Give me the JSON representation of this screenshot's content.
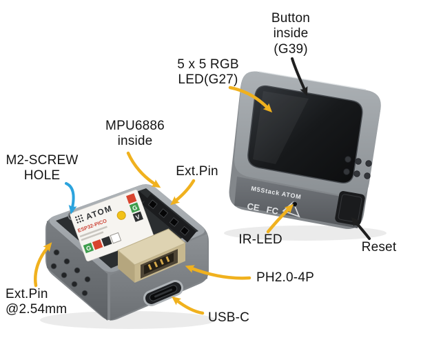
{
  "figure": {
    "background_color": "#ffffff",
    "subject": "Annotated hardware diagram of ATOM dev-kit, top view and bottom view"
  },
  "colors": {
    "arrow_yellow": "#f0b11e",
    "arrow_blue": "#2ba3dd",
    "arrow_black": "#1f1f1f",
    "label_text": "#141414",
    "body_gray": "#9aa0a4",
    "screen_black": "#141618",
    "connector_beige": "#ded3b2",
    "button_yellow": "#f2c218"
  },
  "annotations": {
    "button_inside": "Button\ninside\n(G39)",
    "rgb_led": "5 x 5  RGB\nLED(G27)",
    "mpu6886": "MPU6886\ninside",
    "m2_screw_hole": "M2-SCREW\nHOLE",
    "ext_pin": "Ext.Pin",
    "ir_led": "IR-LED",
    "reset": "Reset",
    "ext_pin_pitch": "Ext.Pin\n@2.54mm",
    "ph_connector": "PH2.0-4P",
    "usb_c": "USB-C"
  },
  "top_view_device": {
    "side_print": "M5Stack ATOM",
    "cert_marks": [
      "CE",
      "FC"
    ]
  },
  "bottom_view_device": {
    "sticker_brand": "ATOM",
    "sticker_chip": "ESP32-PICO",
    "pin_labels": [
      "G",
      "V",
      "G"
    ]
  }
}
